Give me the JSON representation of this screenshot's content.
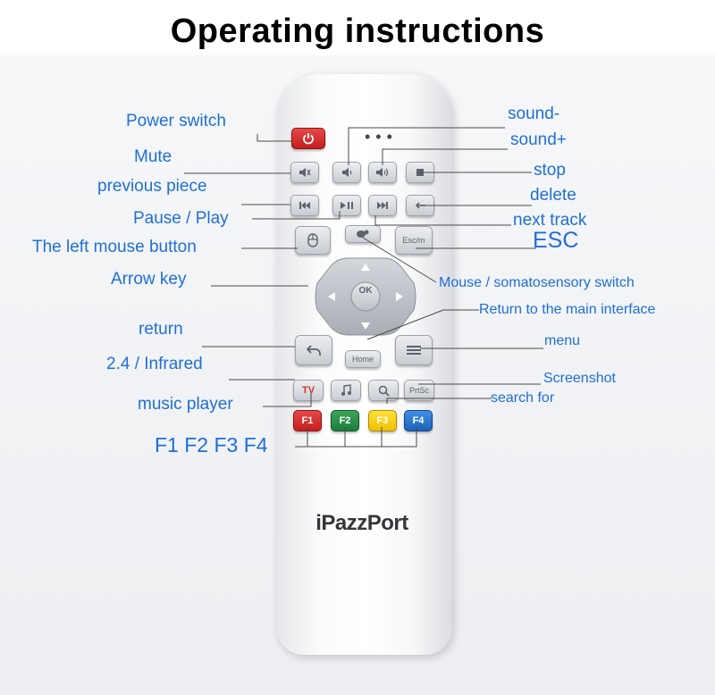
{
  "title": "Operating instructions",
  "brand": "iPazzPort",
  "keys": {
    "esc": "Esc/m",
    "home": "Home",
    "tv": "TV",
    "prtsc": "PrtSc",
    "f1": "F1",
    "f2": "F2",
    "f3": "F3",
    "f4": "F4",
    "ok": "OK"
  },
  "labels": {
    "power_switch": "Power switch",
    "mute": "Mute",
    "previous_piece": "previous piece",
    "pause_play": "Pause / Play",
    "left_mouse": "The left mouse button",
    "arrow_key": "Arrow key",
    "return": "return",
    "infrared": "2.4 / Infrared",
    "music_player": "music player",
    "f_keys": "F1 F2 F3 F4",
    "sound_minus": "sound-",
    "sound_plus": "sound+",
    "stop": "stop",
    "delete": "delete",
    "next_track": "next track",
    "esc": "ESC",
    "mouse_switch": "Mouse / somatosensory switch",
    "main_interface": "Return to the main interface",
    "menu": "menu",
    "screenshot": "Screenshot",
    "search_for": "search for"
  },
  "colors": {
    "label": "#1f6fd6",
    "power": "#d42a2a",
    "f1": "#c41d1d",
    "f2": "#1e7d3c",
    "f3": "#f0c000",
    "f4": "#1d62b8"
  }
}
